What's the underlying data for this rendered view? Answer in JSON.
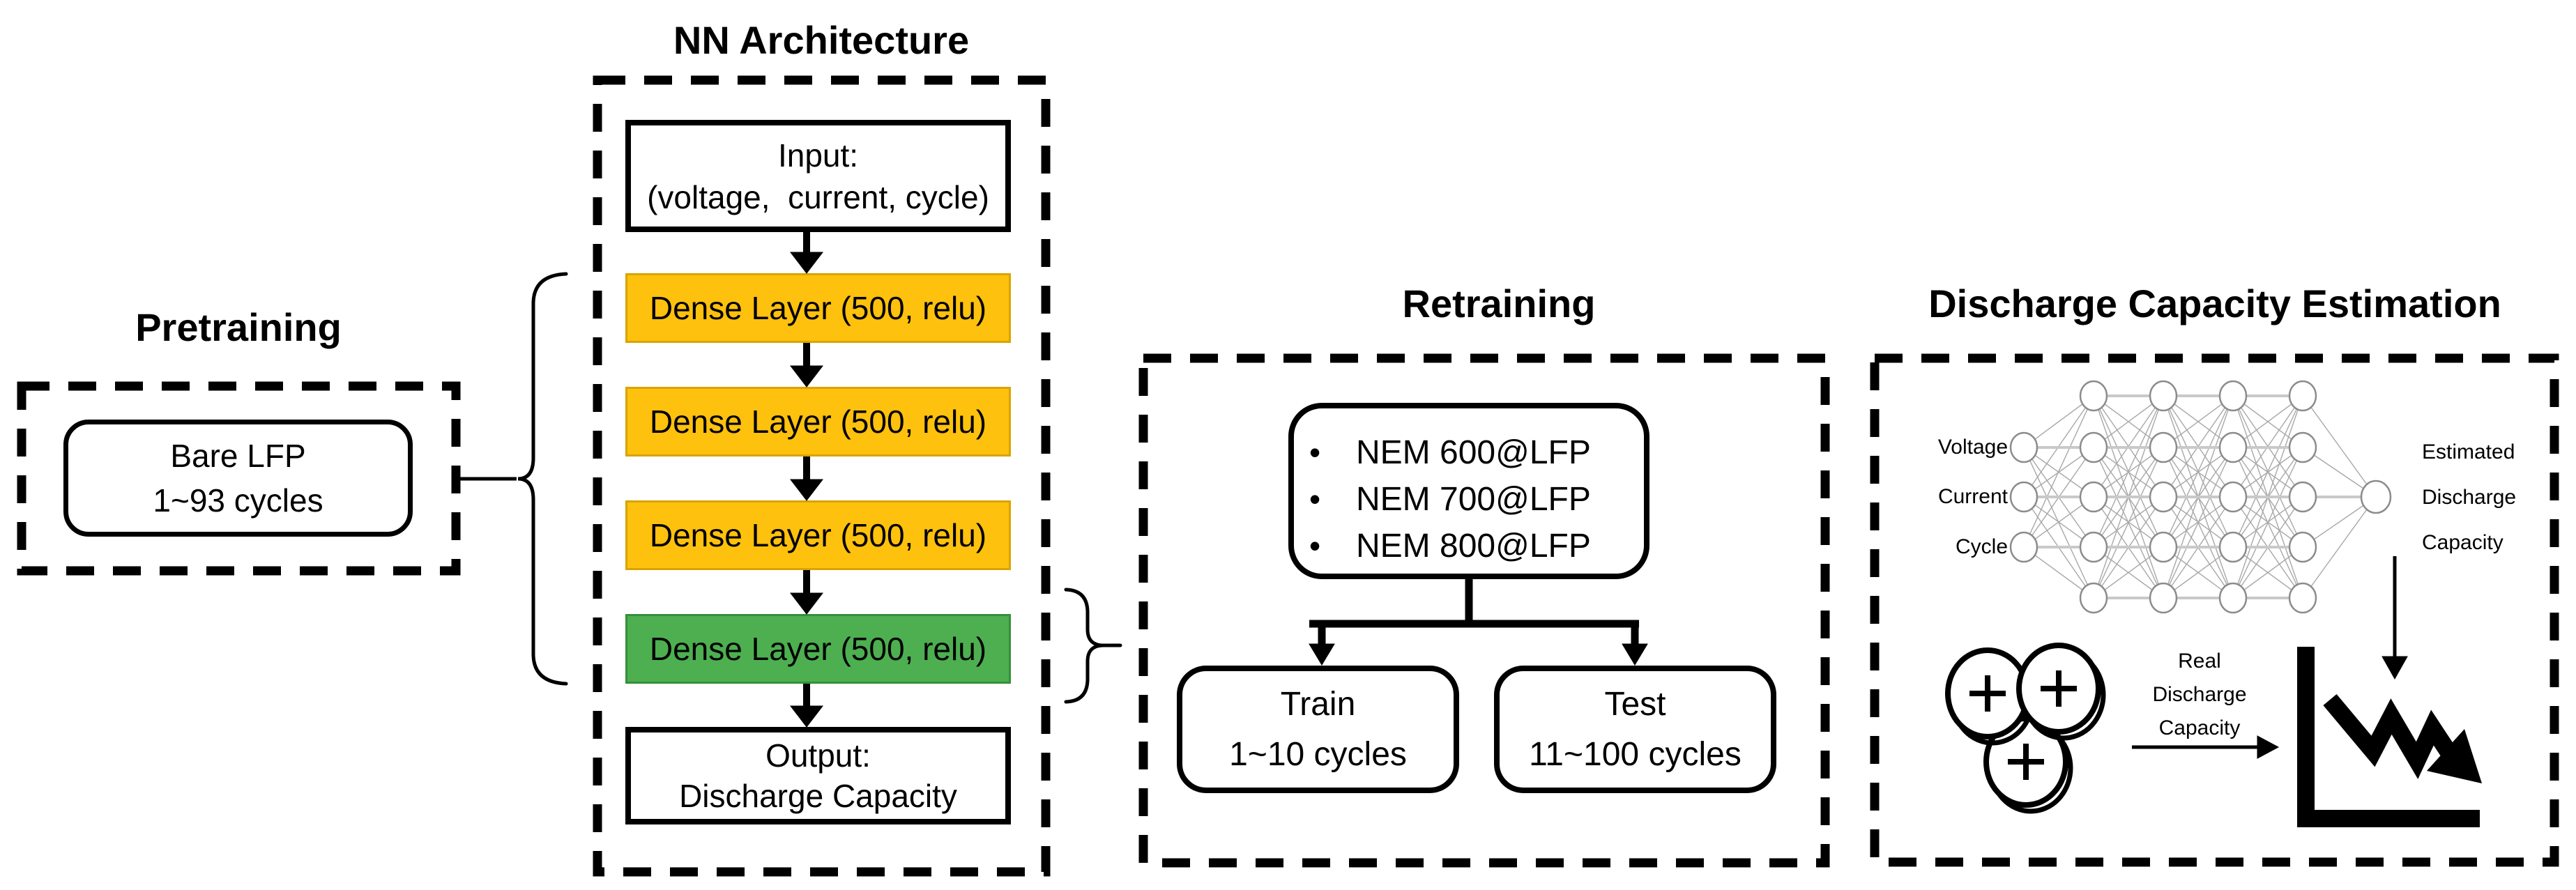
{
  "pretraining": {
    "title": "Pretraining",
    "cell": {
      "line1": "Bare LFP",
      "line2": "1~93 cycles"
    }
  },
  "nn": {
    "title": "NN Architecture",
    "input": {
      "line1": "Input:",
      "line2": "(voltage,  current, cycle)"
    },
    "layers": [
      {
        "label": "Dense Layer (500, relu)",
        "type": "pretrained"
      },
      {
        "label": "Dense Layer (500, relu)",
        "type": "pretrained"
      },
      {
        "label": "Dense Layer (500, relu)",
        "type": "pretrained"
      },
      {
        "label": "Dense Layer (500, relu)",
        "type": "retrained"
      }
    ],
    "output": {
      "line1": "Output:",
      "line2": "Discharge Capacity"
    }
  },
  "retraining": {
    "title": "Retraining",
    "datasets": [
      "NEM 600@LFP",
      "NEM 700@LFP",
      "NEM 800@LFP"
    ],
    "train": {
      "line1": "Train",
      "line2": "1~10 cycles"
    },
    "test": {
      "line1": "Test",
      "line2": "11~100 cycles"
    }
  },
  "estimation": {
    "title": "Discharge Capacity Estimation",
    "nn_inputs": [
      "Voltage",
      "Current",
      "Cycle"
    ],
    "estimated": {
      "line1": "Estimated",
      "line2": "Discharge",
      "line3": "Capacity"
    },
    "real": {
      "line1": "Real",
      "line2": "Discharge",
      "line3": "Capacity"
    },
    "network": {
      "input_nodes": 3,
      "hidden_layers": 4,
      "nodes_per_hidden": 5,
      "output_nodes": 1
    }
  },
  "colors": {
    "pretrained_layer_fill": "#FEC10D",
    "pretrained_layer_border": "#D9A400",
    "retrained_layer_fill": "#4DAF50",
    "retrained_layer_border": "#35903A",
    "outline": "#000000",
    "network_edge": "#A8A8A8",
    "network_node_border": "#8C8C8C"
  }
}
